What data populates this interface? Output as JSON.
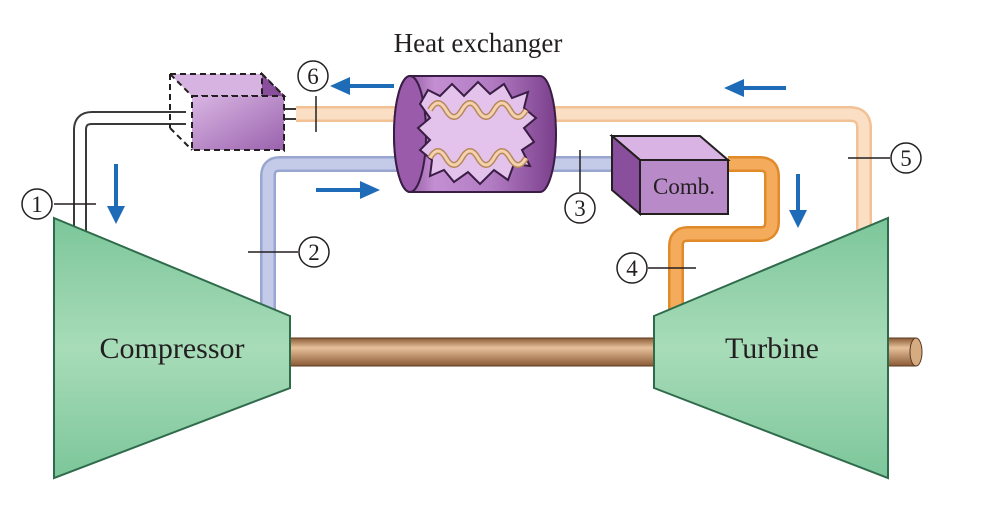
{
  "title": "Heat exchanger",
  "components": {
    "compressor": "Compressor",
    "turbine": "Turbine",
    "combustor": "Comb."
  },
  "states": [
    "1",
    "2",
    "3",
    "4",
    "5",
    "6"
  ],
  "colors": {
    "machine_fill": "#8fd0a8",
    "machine_stroke": "#2f6b4b",
    "cold_pipe": "#b9c3e3",
    "warm_pipe": "#f6d2ac",
    "hot_pipe": "#f0a24a",
    "heat_exchanger": "#b47cc4",
    "shaft": "#c99a6d",
    "arrow": "#1e6bb8"
  }
}
